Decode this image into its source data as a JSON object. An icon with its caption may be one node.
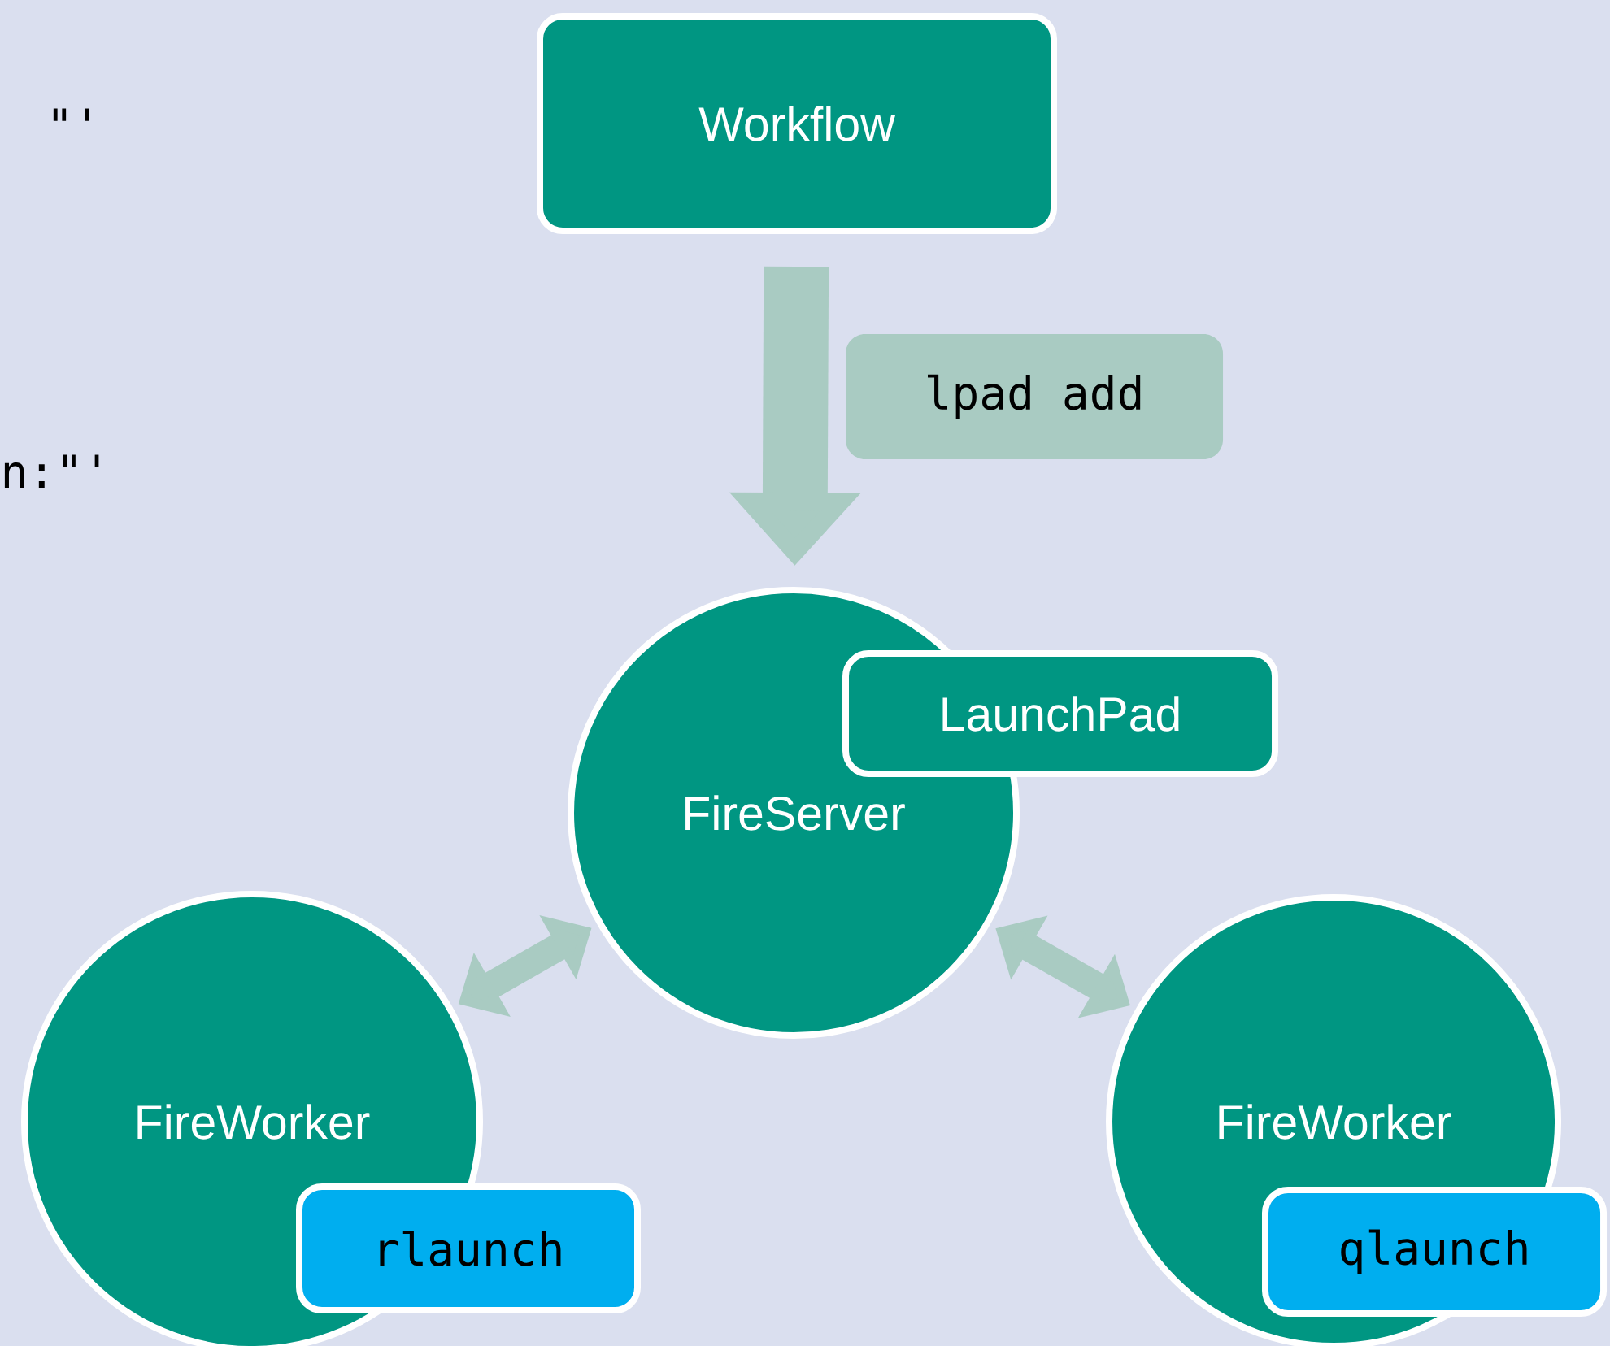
{
  "diagram": {
    "nodes": [
      {
        "text": [
          "Workflow"
        ]
      },
      {
        "text": [
          "FireServer"
        ]
      },
      {
        "text": [
          "LaunchPad"
        ]
      },
      {
        "text": [
          "FireWorker"
        ]
      },
      {
        "text": [
          "rlaunch"
        ]
      },
      {
        "text": [
          "FireWorker"
        ]
      },
      {
        "text": [
          "qlaunch"
        ]
      }
    ],
    "edges": [
      {
        "from": 0,
        "to": 1,
        "arrow": "to",
        "label": "lpad add",
        "style": "thick"
      },
      {
        "from": 3,
        "to": 1,
        "arrow": "both"
      },
      {
        "from": 5,
        "to": 1,
        "arrow": "both"
      }
    ],
    "labels": [
      "\"'",
      "n:\"'"
    ]
  }
}
